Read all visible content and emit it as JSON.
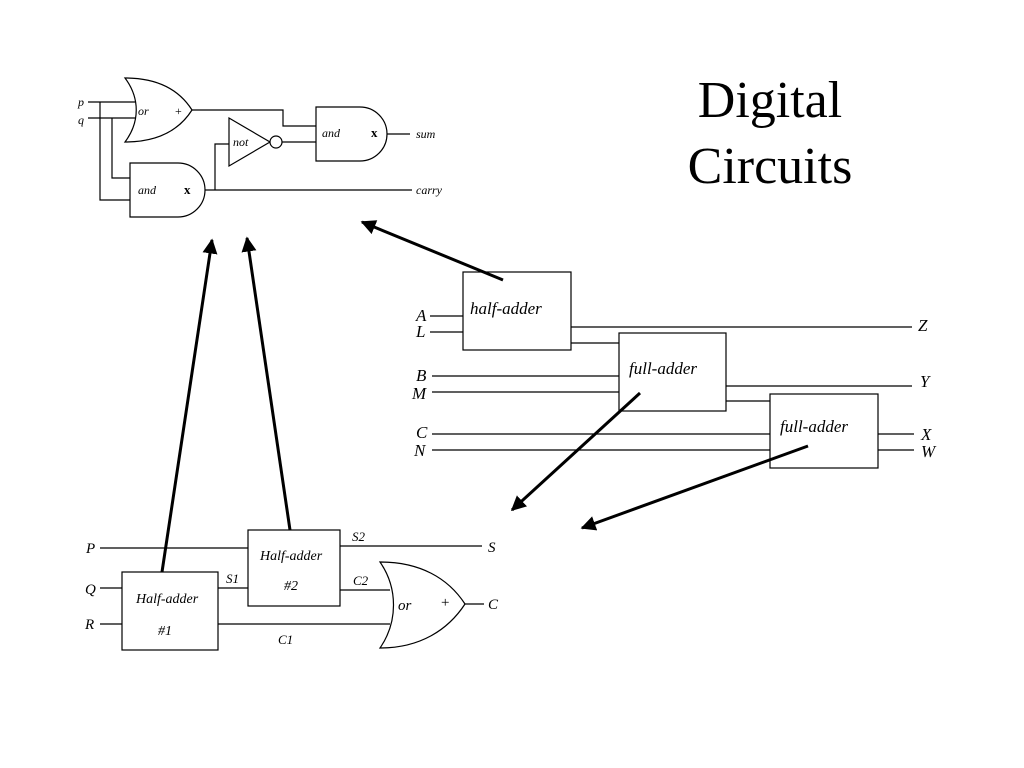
{
  "title": {
    "line1": "Digital",
    "line2": "Circuits"
  },
  "half_adder_gates": {
    "inputs": [
      "p",
      "q"
    ],
    "gates": {
      "or": "or",
      "or_symbol": "+",
      "and_top": "and",
      "and_bottom": "and",
      "and_symbol": "x",
      "not": "not"
    },
    "outputs": {
      "sum": "sum",
      "carry": "carry"
    }
  },
  "adder_chain": {
    "blocks": {
      "half": "half-adder",
      "full1": "full-adder",
      "full2": "full-adder"
    },
    "inputs": [
      "A",
      "L",
      "B",
      "M",
      "C",
      "N"
    ],
    "outputs": [
      "Z",
      "Y",
      "X",
      "W"
    ]
  },
  "full_adder_from_half": {
    "inputs": [
      "P",
      "Q",
      "R"
    ],
    "blocks": {
      "ha1_line1": "Half-adder",
      "ha1_line2": "#1",
      "ha2_line1": "Half-adder",
      "ha2_line2": "#2"
    },
    "gate": {
      "or": "or",
      "or_symbol": "+"
    },
    "wires": {
      "s1": "S1",
      "s2": "S2",
      "c1": "C1",
      "c2": "C2"
    },
    "outputs": {
      "s": "S",
      "c": "C"
    }
  }
}
